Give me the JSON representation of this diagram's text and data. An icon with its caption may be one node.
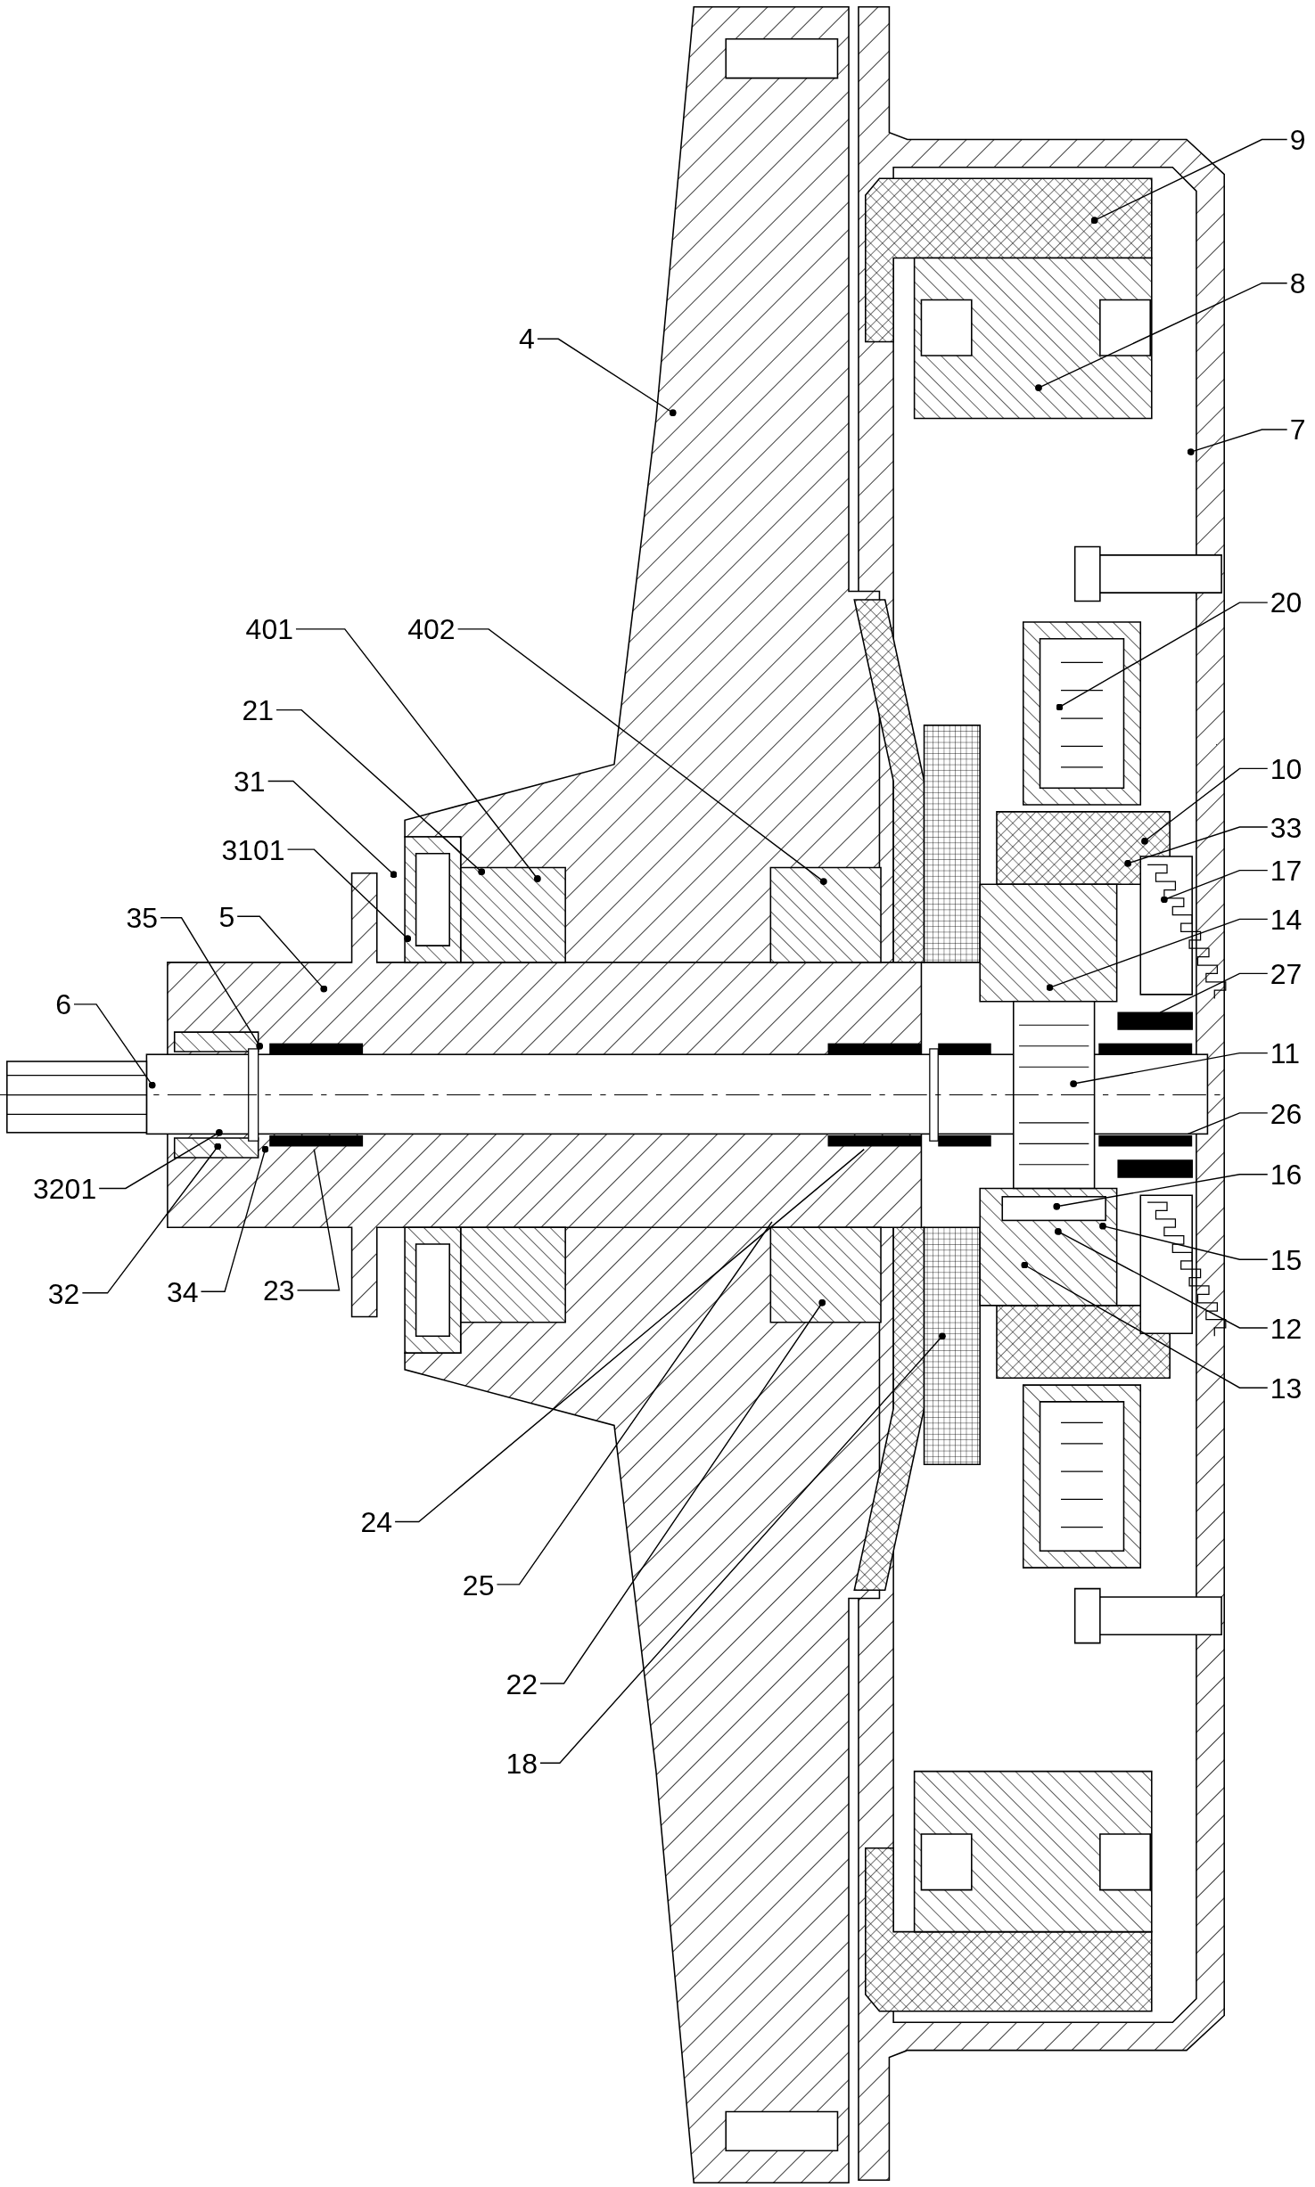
{
  "diagram": {
    "nodes": [
      {
        "text": [
          "9"
        ]
      },
      {
        "text": [
          "8"
        ]
      },
      {
        "text": [
          "4"
        ]
      },
      {
        "text": [
          "7"
        ]
      },
      {
        "text": [
          "20"
        ]
      },
      {
        "text": [
          "401"
        ]
      },
      {
        "text": [
          "402"
        ]
      },
      {
        "text": [
          "21"
        ]
      },
      {
        "text": [
          "10"
        ]
      },
      {
        "text": [
          "31"
        ]
      },
      {
        "text": [
          "33"
        ]
      },
      {
        "text": [
          "3101"
        ]
      },
      {
        "text": [
          "17"
        ]
      },
      {
        "text": [
          "35"
        ]
      },
      {
        "text": [
          "5"
        ]
      },
      {
        "text": [
          "14"
        ]
      },
      {
        "text": [
          "27"
        ]
      },
      {
        "text": [
          "6"
        ]
      },
      {
        "text": [
          "11"
        ]
      },
      {
        "text": [
          "26"
        ]
      },
      {
        "text": [
          "16"
        ]
      },
      {
        "text": [
          "3201"
        ]
      },
      {
        "text": [
          "15"
        ]
      },
      {
        "text": [
          "32"
        ]
      },
      {
        "text": [
          "34"
        ]
      },
      {
        "text": [
          "23"
        ]
      },
      {
        "text": [
          "12"
        ]
      },
      {
        "text": [
          "13"
        ]
      },
      {
        "text": [
          "24"
        ]
      },
      {
        "text": [
          "25"
        ]
      },
      {
        "text": [
          "22"
        ]
      },
      {
        "text": [
          "18"
        ]
      }
    ],
    "edges": [
      {
        "from": 0,
        "to": null,
        "arrow": "other"
      },
      {
        "from": 1,
        "to": null,
        "arrow": "other"
      },
      {
        "from": 2,
        "to": null,
        "arrow": "other"
      },
      {
        "from": 3,
        "to": null,
        "arrow": "other"
      },
      {
        "from": 4,
        "to": null,
        "arrow": "other"
      },
      {
        "from": 5,
        "to": null,
        "arrow": "other"
      },
      {
        "from": 6,
        "to": null,
        "arrow": "other"
      },
      {
        "from": 7,
        "to": null,
        "arrow": "other"
      },
      {
        "from": 8,
        "to": null,
        "arrow": "other"
      },
      {
        "from": 9,
        "to": null,
        "arrow": "other"
      },
      {
        "from": 10,
        "to": null,
        "arrow": "other"
      },
      {
        "from": 11,
        "to": null,
        "arrow": "other"
      },
      {
        "from": 12,
        "to": null,
        "arrow": "other"
      },
      {
        "from": 13,
        "to": null,
        "arrow": "other"
      },
      {
        "from": 14,
        "to": null,
        "arrow": "other"
      },
      {
        "from": 15,
        "to": null,
        "arrow": "other"
      },
      {
        "from": 16,
        "to": null,
        "arrow": "none"
      },
      {
        "from": 17,
        "to": null,
        "arrow": "other"
      },
      {
        "from": 18,
        "to": null,
        "arrow": "other"
      },
      {
        "from": 19,
        "to": null,
        "arrow": "none"
      },
      {
        "from": 20,
        "to": null,
        "arrow": "other"
      },
      {
        "from": 21,
        "to": null,
        "arrow": "other"
      },
      {
        "from": 22,
        "to": null,
        "arrow": "other"
      },
      {
        "from": 23,
        "to": null,
        "arrow": "other"
      },
      {
        "from": 24,
        "to": null,
        "arrow": "other"
      },
      {
        "from": 25,
        "to": null,
        "arrow": "none"
      },
      {
        "from": 26,
        "to": null,
        "arrow": "other"
      },
      {
        "from": 27,
        "to": null,
        "arrow": "other"
      },
      {
        "from": 28,
        "to": null,
        "arrow": "none"
      },
      {
        "from": 29,
        "to": null,
        "arrow": "none"
      },
      {
        "from": 30,
        "to": null,
        "arrow": "other"
      },
      {
        "from": 31,
        "to": null,
        "arrow": "other"
      }
    ]
  }
}
